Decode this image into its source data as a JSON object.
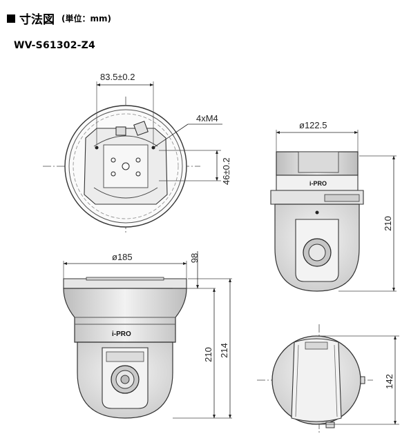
{
  "header": {
    "title": "寸法図",
    "unit": "(単位：mm)"
  },
  "model": "WV-S61302-Z4",
  "dimensions": {
    "top_width": "83.5±0.2",
    "screw": "4xM4",
    "top_height": "46±0.2",
    "front_diameter": "ø185",
    "front_offset": "98",
    "front_height": "210",
    "front_total": "214",
    "side_diameter": "ø122.5",
    "side_height": "210",
    "bottom_height": "142"
  },
  "brand": "i-PRO"
}
